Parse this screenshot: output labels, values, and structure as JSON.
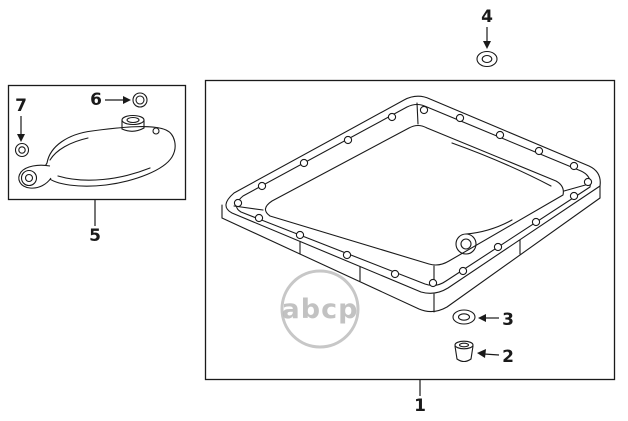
{
  "diagram": {
    "watermark": "abcp",
    "callouts": {
      "n1": "1",
      "n2": "2",
      "n3": "3",
      "n4": "4",
      "n5": "5",
      "n6": "6",
      "n7": "7"
    },
    "colors": {
      "line": "#1a1a1a",
      "watermark": "#bdbdbd",
      "background": "#ffffff"
    }
  }
}
